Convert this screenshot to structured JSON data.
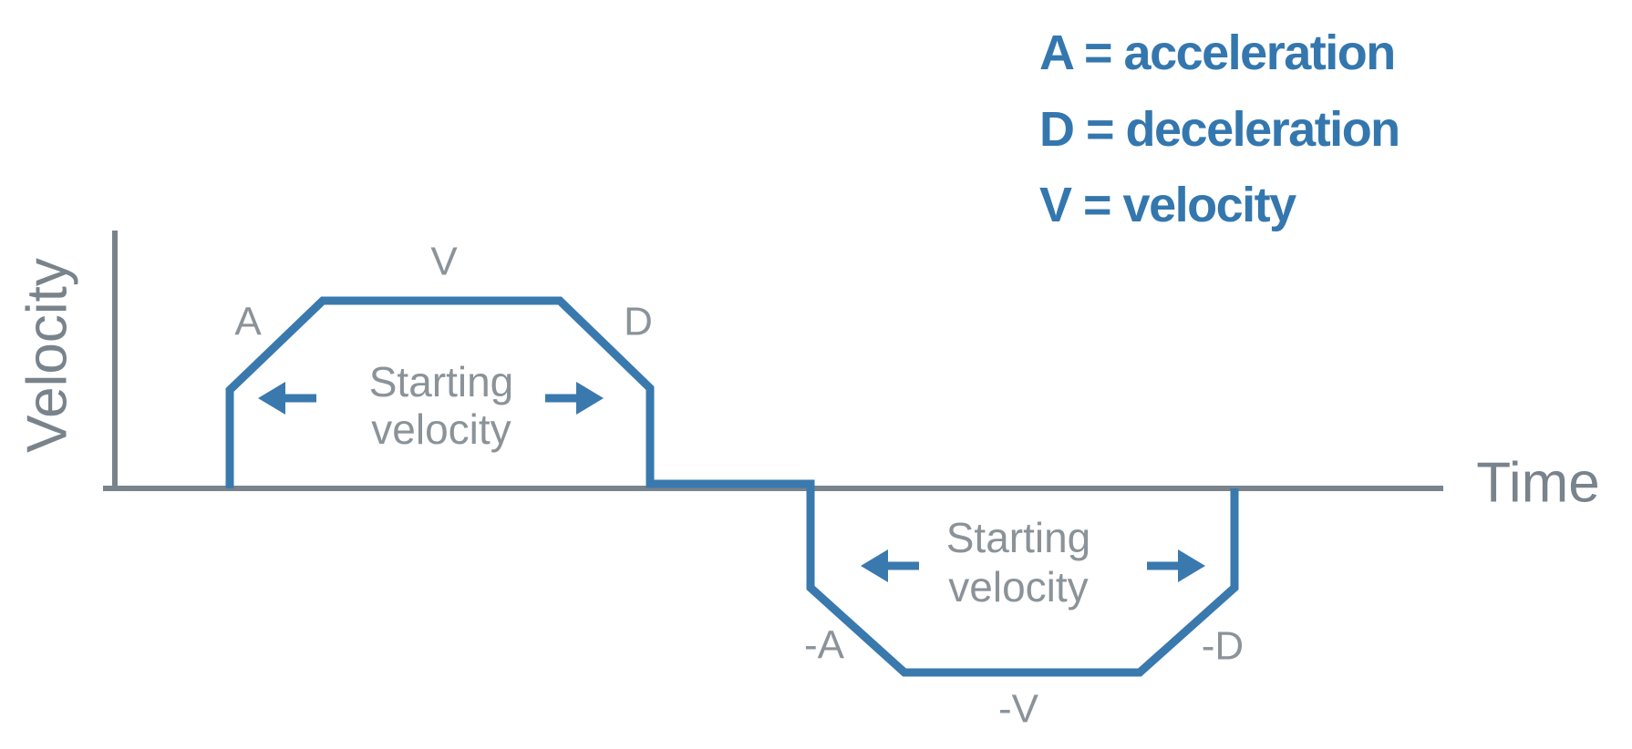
{
  "colors": {
    "profile_blue": "#3A79AE",
    "legend_blue": "#3477AE",
    "axis_gray": "#79838C",
    "label_gray": "#8B9399"
  },
  "axes": {
    "x_label": "Time",
    "y_label": "Velocity"
  },
  "legend": {
    "items": [
      "A = acceleration",
      "D = deceleration",
      "V = velocity"
    ]
  },
  "profile_positive": {
    "acceleration_label": "A",
    "velocity_label": "V",
    "deceleration_label": "D",
    "annotation_line1": "Starting",
    "annotation_line2": "velocity"
  },
  "profile_negative": {
    "acceleration_label": "-A",
    "velocity_label": "-V",
    "deceleration_label": "-D",
    "annotation_line1": "Starting",
    "annotation_line2": "velocity"
  },
  "chart_data": {
    "type": "line",
    "title": "",
    "xlabel": "Time",
    "ylabel": "Velocity",
    "grid": false,
    "axis_ticks": "none (qualitative diagram)",
    "series": [
      {
        "name": "trapezoidal velocity profile",
        "points": [
          [
            0,
            0
          ],
          [
            0.9,
            0
          ],
          [
            0.9,
            0.53
          ],
          [
            1.6,
            1
          ],
          [
            3.35,
            1
          ],
          [
            4.0,
            0.53
          ],
          [
            4.0,
            0
          ],
          [
            5.25,
            0
          ],
          [
            5.25,
            -0.53
          ],
          [
            5.95,
            -1
          ],
          [
            7.7,
            -1
          ],
          [
            8.4,
            -0.53
          ],
          [
            8.4,
            0
          ],
          [
            10,
            0
          ]
        ]
      }
    ],
    "annotations": [
      "A (acceleration ramp up, positive profile)",
      "V (constant peak velocity, positive profile)",
      "D (deceleration ramp down, positive profile)",
      "Starting velocity (flat region with outward arrows, positive profile)",
      "-A (acceleration ramp, negative profile)",
      "-V (constant negative peak velocity)",
      "-D (deceleration ramp, negative profile)",
      "Starting velocity (flat region with outward arrows, negative profile)"
    ],
    "legend_position": "top-right"
  }
}
